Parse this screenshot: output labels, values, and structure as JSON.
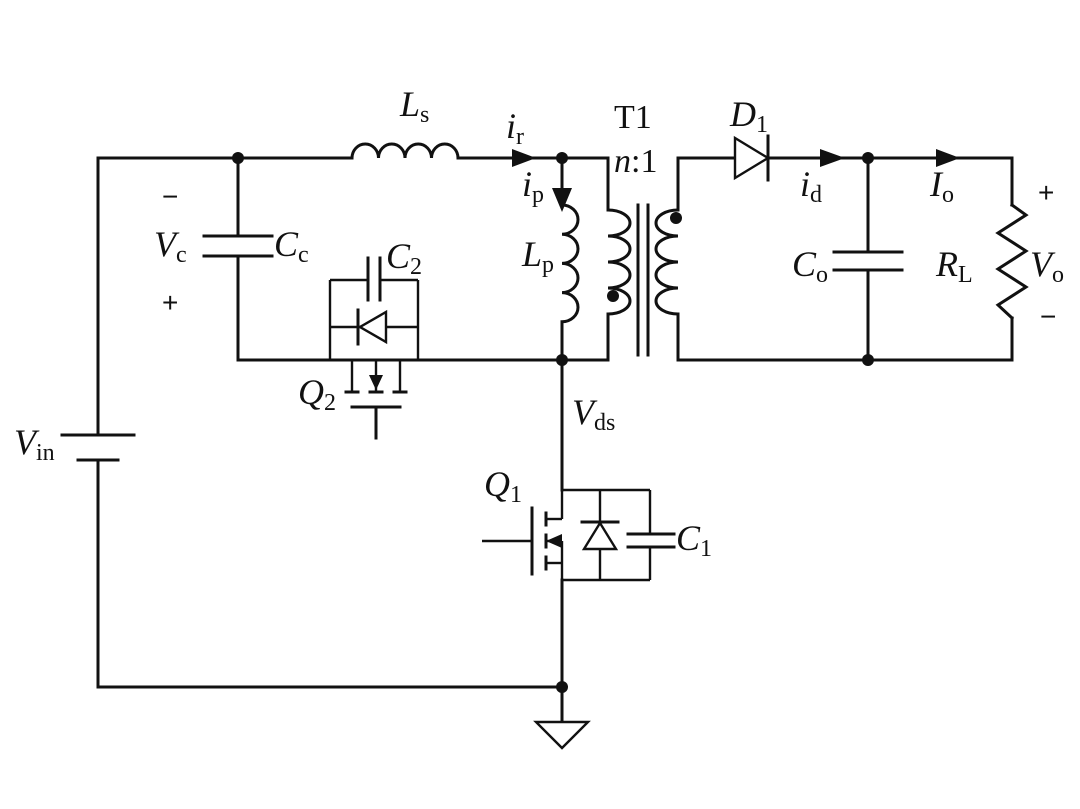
{
  "labels": {
    "Ls": {
      "main": "L",
      "sub": "s"
    },
    "ir": {
      "main": "i",
      "sub": "r"
    },
    "T1": "T1",
    "ratio": {
      "n": "n",
      "rest": ":1"
    },
    "D1": {
      "main": "D",
      "sub": "1"
    },
    "id": {
      "main": "i",
      "sub": "d"
    },
    "Io": {
      "main": "I",
      "sub": "o"
    },
    "ip": {
      "main": "i",
      "sub": "p"
    },
    "Lp": {
      "main": "L",
      "sub": "p"
    },
    "Vc": {
      "main": "V",
      "sub": "c"
    },
    "Cc": {
      "main": "C",
      "sub": "c"
    },
    "C2": {
      "main": "C",
      "sub": "2"
    },
    "Q2": {
      "main": "Q",
      "sub": "2"
    },
    "Vds": {
      "main": "V",
      "sub": "ds"
    },
    "Vin": {
      "main": "V",
      "sub": "in"
    },
    "Q1": {
      "main": "Q",
      "sub": "1"
    },
    "C1": {
      "main": "C",
      "sub": "1"
    },
    "Co": {
      "main": "C",
      "sub": "o"
    },
    "RL": {
      "main": "R",
      "sub": "L"
    },
    "Vo": {
      "main": "V",
      "sub": "o"
    }
  },
  "signs": {
    "vc_minus": "−",
    "vc_plus": "+",
    "vo_plus": "+",
    "vo_minus": "−"
  }
}
